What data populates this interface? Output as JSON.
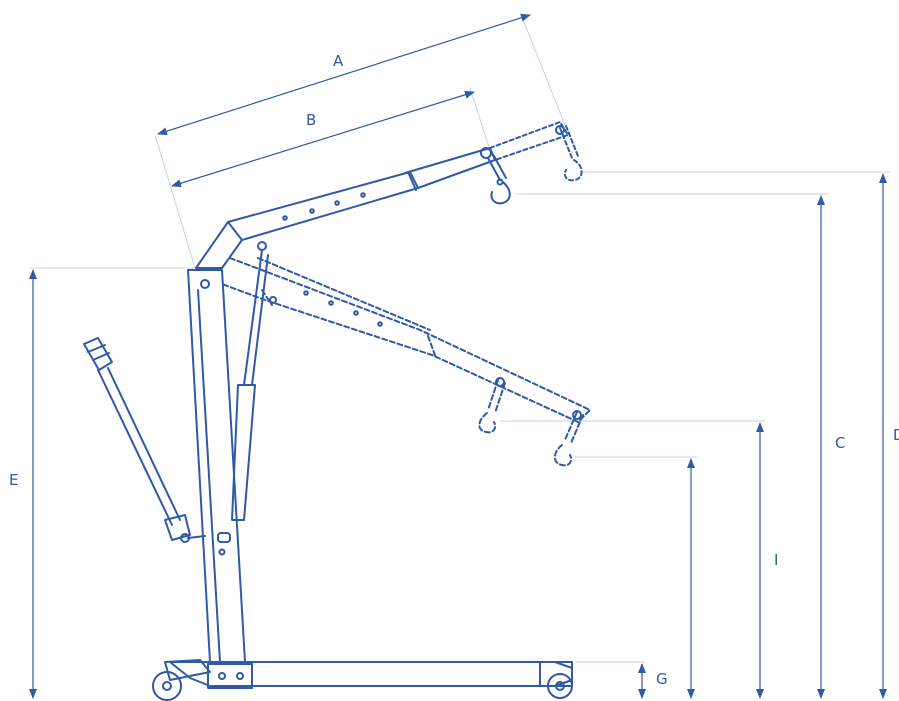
{
  "colors": {
    "line": "#2f5aa6",
    "dim": "#2f5aa6",
    "ext": "#c9d2e6"
  },
  "labels": {
    "a": "A",
    "b": "B",
    "c": "C",
    "d": "D",
    "e": "E",
    "g": "G",
    "i": "I"
  }
}
